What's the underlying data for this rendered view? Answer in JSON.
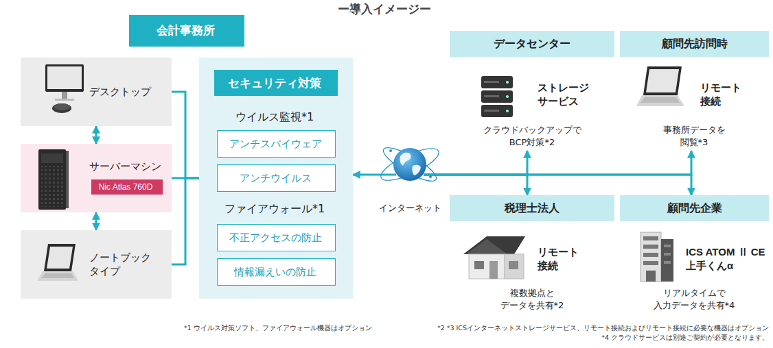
{
  "diagram": {
    "title": "ー導入イメージー",
    "nodes": [
      {
        "text": [
          "会計事務所"
        ]
      },
      {
        "text": [
          "デスクトップ"
        ]
      },
      {
        "text": [
          "サーバーマシン"
        ]
      },
      {
        "text": [
          "Nic Atlas 760D"
        ],
        "in": 2
      },
      {
        "text": [
          "ノートブック タイプ"
        ]
      },
      {
        "text": [
          "ウイルス監視*1",
          "ファイアウォール*1"
        ]
      },
      {
        "text": [
          "セキュリティ対策"
        ],
        "in": 5
      },
      {
        "text": [
          "アンチスパイウェア"
        ],
        "in": 5
      },
      {
        "text": [
          "アンチウイルス"
        ],
        "in": 5
      },
      {
        "text": [
          "不正アクセスの防止"
        ],
        "in": 5
      },
      {
        "text": [
          "情報漏えいの防止"
        ],
        "in": 5
      },
      {
        "text": [
          "インターネット"
        ]
      },
      {
        "text": [
          "データセンター",
          "ストレージ サービス",
          "クラウドバックアップで BCP対策*2"
        ]
      },
      {
        "text": [
          "顧問先訪問時",
          "リモート 接続",
          "事務所データを 閲覧*3"
        ]
      },
      {
        "text": [
          "税理士法人",
          "リモート 接続",
          "複数拠点と データを共有*2"
        ]
      },
      {
        "text": [
          "顧問先企業",
          "ICS ATOM Ⅱ CE 上手くんα",
          "リアルタイムで 入力データを共有*4"
        ]
      }
    ],
    "edges": [
      {
        "from": 1,
        "to": 2,
        "arrow": "both"
      },
      {
        "from": 2,
        "to": 4,
        "arrow": "both"
      },
      {
        "from": 1,
        "to": 5,
        "arrow": "none"
      },
      {
        "from": 2,
        "to": 5,
        "arrow": "none"
      },
      {
        "from": 4,
        "to": 5,
        "arrow": "none"
      },
      {
        "from": 11,
        "to": 5,
        "arrow": "to"
      },
      {
        "from": 11,
        "to": 12,
        "arrow": "to"
      },
      {
        "from": 11,
        "to": 14,
        "arrow": "to"
      },
      {
        "from": 11,
        "to": 13,
        "arrow": "to"
      },
      {
        "from": 11,
        "to": 15,
        "arrow": "to"
      }
    ],
    "labels": [
      "*1  ウイルス対策ソフト、ファイアウォール機器はオプション",
      "*2 *3 ICSインターネットストレージサービス、リモート接続およびリモート接続に必要な機器はオプション",
      "*4 クラウドサービスは別途ご契約が必要となります。"
    ]
  }
}
